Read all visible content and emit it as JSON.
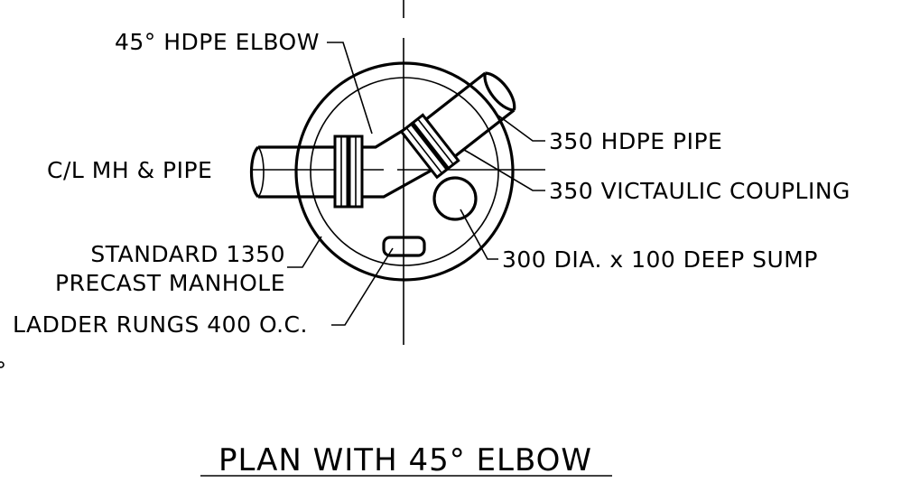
{
  "drawing": {
    "title": "PLAN WITH 45° ELBOW",
    "labels": {
      "elbow": "45° HDPE ELBOW",
      "centerline": "C/L MH & PIPE",
      "manhole_line1": "STANDARD 1350",
      "manhole_line2": "PRECAST MANHOLE",
      "ladder": "LADDER RUNGS 400 O.C.",
      "pipe": "350 HDPE PIPE",
      "coupling": "350 VICTAULIC COUPLING",
      "sump": "300 DIA. x 100 DEEP SUMP"
    },
    "colors": {
      "ink": "#000000",
      "paper": "#ffffff"
    }
  }
}
